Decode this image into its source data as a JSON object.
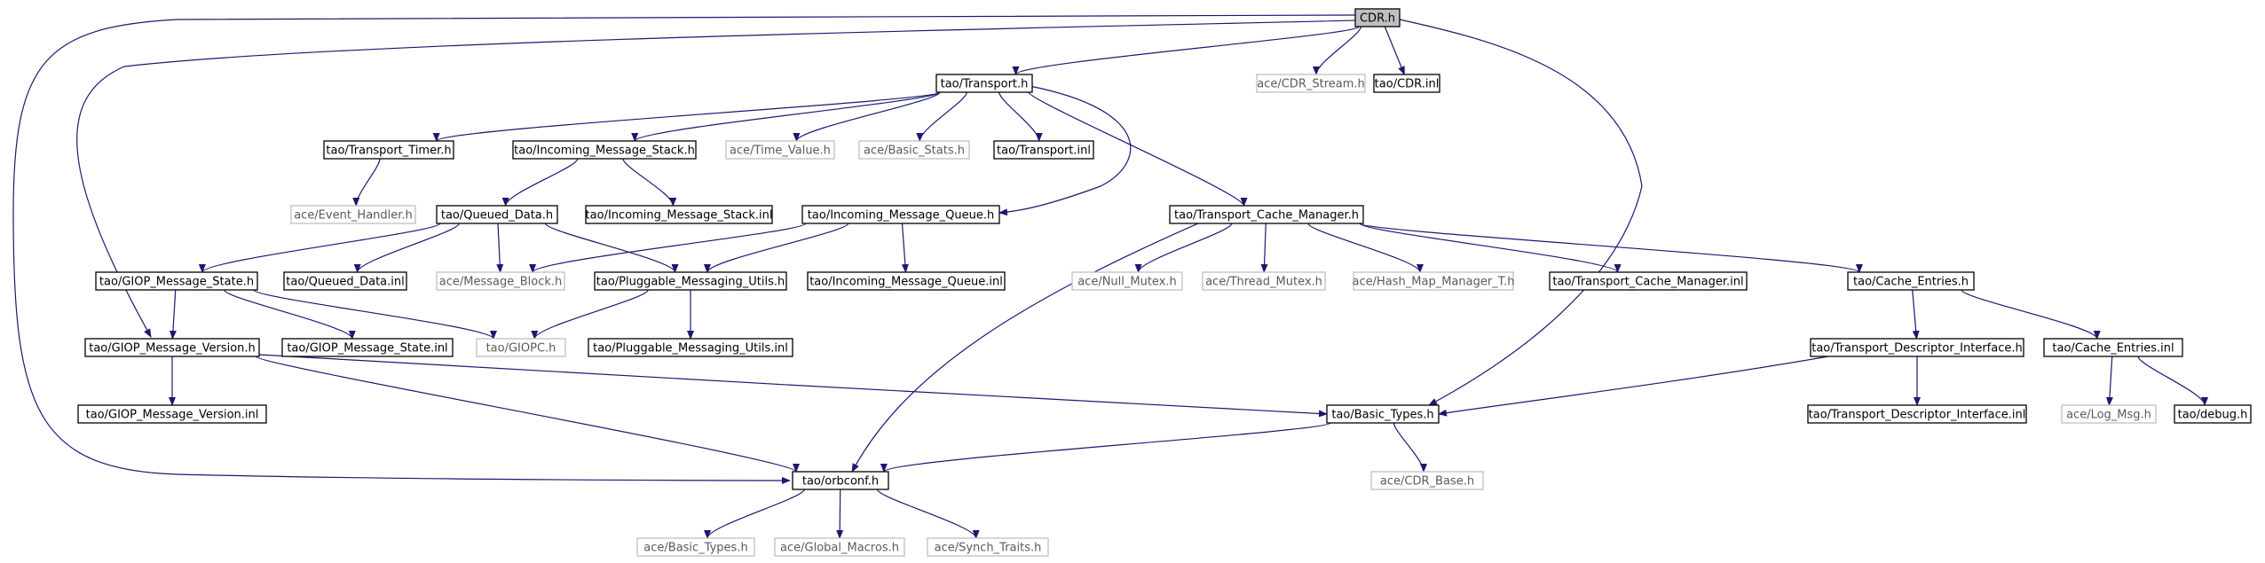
{
  "diagram": {
    "nodes": [
      {
        "id": "cdr_h",
        "label": "CDR.h",
        "style": "root"
      },
      {
        "id": "transport_h",
        "label": "tao/Transport.h",
        "style": "dark"
      },
      {
        "id": "ace_cdr_stream",
        "label": "ace/CDR_Stream.h",
        "style": "light"
      },
      {
        "id": "cdr_inl",
        "label": "tao/CDR.inl",
        "style": "dark"
      },
      {
        "id": "transport_timer",
        "label": "tao/Transport_Timer.h",
        "style": "dark"
      },
      {
        "id": "incoming_stack",
        "label": "tao/Incoming_Message_Stack.h",
        "style": "dark"
      },
      {
        "id": "time_value",
        "label": "ace/Time_Value.h",
        "style": "light"
      },
      {
        "id": "basic_stats",
        "label": "ace/Basic_Stats.h",
        "style": "light"
      },
      {
        "id": "transport_inl",
        "label": "tao/Transport.inl",
        "style": "dark"
      },
      {
        "id": "event_handler",
        "label": "ace/Event_Handler.h",
        "style": "light"
      },
      {
        "id": "queued_data",
        "label": "tao/Queued_Data.h",
        "style": "dark"
      },
      {
        "id": "incoming_stack_inl",
        "label": "tao/Incoming_Message_Stack.inl",
        "style": "dark"
      },
      {
        "id": "incoming_queue",
        "label": "tao/Incoming_Message_Queue.h",
        "style": "dark"
      },
      {
        "id": "cache_manager",
        "label": "tao/Transport_Cache_Manager.h",
        "style": "dark"
      },
      {
        "id": "giop_state",
        "label": "tao/GIOP_Message_State.h",
        "style": "dark"
      },
      {
        "id": "queued_data_inl",
        "label": "tao/Queued_Data.inl",
        "style": "dark"
      },
      {
        "id": "message_block",
        "label": "ace/Message_Block.h",
        "style": "light"
      },
      {
        "id": "pluggable_utils",
        "label": "tao/Pluggable_Messaging_Utils.h",
        "style": "dark"
      },
      {
        "id": "incoming_queue_inl",
        "label": "tao/Incoming_Message_Queue.inl",
        "style": "dark"
      },
      {
        "id": "null_mutex",
        "label": "ace/Null_Mutex.h",
        "style": "light"
      },
      {
        "id": "thread_mutex",
        "label": "ace/Thread_Mutex.h",
        "style": "light"
      },
      {
        "id": "hash_map",
        "label": "ace/Hash_Map_Manager_T.h",
        "style": "light"
      },
      {
        "id": "cache_manager_inl",
        "label": "tao/Transport_Cache_Manager.inl",
        "style": "dark"
      },
      {
        "id": "cache_entries",
        "label": "tao/Cache_Entries.h",
        "style": "dark"
      },
      {
        "id": "giop_version",
        "label": "tao/GIOP_Message_Version.h",
        "style": "dark"
      },
      {
        "id": "giop_state_inl",
        "label": "tao/GIOP_Message_State.inl",
        "style": "dark"
      },
      {
        "id": "giopc",
        "label": "tao/GIOPC.h",
        "style": "light"
      },
      {
        "id": "pluggable_utils_inl",
        "label": "tao/Pluggable_Messaging_Utils.inl",
        "style": "dark"
      },
      {
        "id": "descriptor_interface",
        "label": "tao/Transport_Descriptor_Interface.h",
        "style": "dark"
      },
      {
        "id": "cache_entries_inl",
        "label": "tao/Cache_Entries.inl",
        "style": "dark"
      },
      {
        "id": "giop_version_inl",
        "label": "tao/GIOP_Message_Version.inl",
        "style": "dark"
      },
      {
        "id": "basic_types",
        "label": "tao/Basic_Types.h",
        "style": "dark"
      },
      {
        "id": "descriptor_interface_inl",
        "label": "tao/Transport_Descriptor_Interface.inl",
        "style": "dark"
      },
      {
        "id": "log_msg",
        "label": "ace/Log_Msg.h",
        "style": "light"
      },
      {
        "id": "debug_h",
        "label": "tao/debug.h",
        "style": "dark"
      },
      {
        "id": "orbconf",
        "label": "tao/orbconf.h",
        "style": "dark"
      },
      {
        "id": "cdr_base",
        "label": "ace/CDR_Base.h",
        "style": "light"
      },
      {
        "id": "ace_basic_types",
        "label": "ace/Basic_Types.h",
        "style": "light"
      },
      {
        "id": "global_macros",
        "label": "ace/Global_Macros.h",
        "style": "light"
      },
      {
        "id": "synch_traits",
        "label": "ace/Synch_Traits.h",
        "style": "light"
      }
    ],
    "edges": [
      [
        "cdr_h",
        "transport_h"
      ],
      [
        "cdr_h",
        "ace_cdr_stream"
      ],
      [
        "cdr_h",
        "cdr_inl"
      ],
      [
        "cdr_h",
        "giop_version"
      ],
      [
        "cdr_h",
        "basic_types"
      ],
      [
        "cdr_h",
        "orbconf"
      ],
      [
        "transport_h",
        "transport_timer"
      ],
      [
        "transport_h",
        "incoming_stack"
      ],
      [
        "transport_h",
        "time_value"
      ],
      [
        "transport_h",
        "basic_stats"
      ],
      [
        "transport_h",
        "transport_inl"
      ],
      [
        "transport_h",
        "cache_manager"
      ],
      [
        "transport_h",
        "incoming_queue"
      ],
      [
        "transport_timer",
        "event_handler"
      ],
      [
        "incoming_stack",
        "queued_data"
      ],
      [
        "incoming_stack",
        "incoming_stack_inl"
      ],
      [
        "queued_data",
        "giop_state"
      ],
      [
        "queued_data",
        "queued_data_inl"
      ],
      [
        "queued_data",
        "message_block"
      ],
      [
        "queued_data",
        "pluggable_utils"
      ],
      [
        "incoming_queue",
        "message_block"
      ],
      [
        "incoming_queue",
        "pluggable_utils"
      ],
      [
        "incoming_queue",
        "incoming_queue_inl"
      ],
      [
        "cache_manager",
        "null_mutex"
      ],
      [
        "cache_manager",
        "thread_mutex"
      ],
      [
        "cache_manager",
        "hash_map"
      ],
      [
        "cache_manager",
        "cache_manager_inl"
      ],
      [
        "cache_manager",
        "cache_entries"
      ],
      [
        "cache_manager",
        "orbconf"
      ],
      [
        "giop_state",
        "giop_version"
      ],
      [
        "giop_state",
        "giop_state_inl"
      ],
      [
        "giop_state",
        "giopc"
      ],
      [
        "pluggable_utils",
        "giopc"
      ],
      [
        "pluggable_utils",
        "pluggable_utils_inl"
      ],
      [
        "giop_version",
        "giop_version_inl"
      ],
      [
        "giop_version",
        "basic_types"
      ],
      [
        "giop_version",
        "orbconf"
      ],
      [
        "cache_entries",
        "descriptor_interface"
      ],
      [
        "cache_entries",
        "cache_entries_inl"
      ],
      [
        "descriptor_interface",
        "descriptor_interface_inl"
      ],
      [
        "descriptor_interface",
        "basic_types"
      ],
      [
        "cache_entries_inl",
        "log_msg"
      ],
      [
        "cache_entries_inl",
        "debug_h"
      ],
      [
        "basic_types",
        "orbconf"
      ],
      [
        "basic_types",
        "cdr_base"
      ],
      [
        "orbconf",
        "ace_basic_types"
      ],
      [
        "orbconf",
        "global_macros"
      ],
      [
        "orbconf",
        "synch_traits"
      ]
    ]
  }
}
